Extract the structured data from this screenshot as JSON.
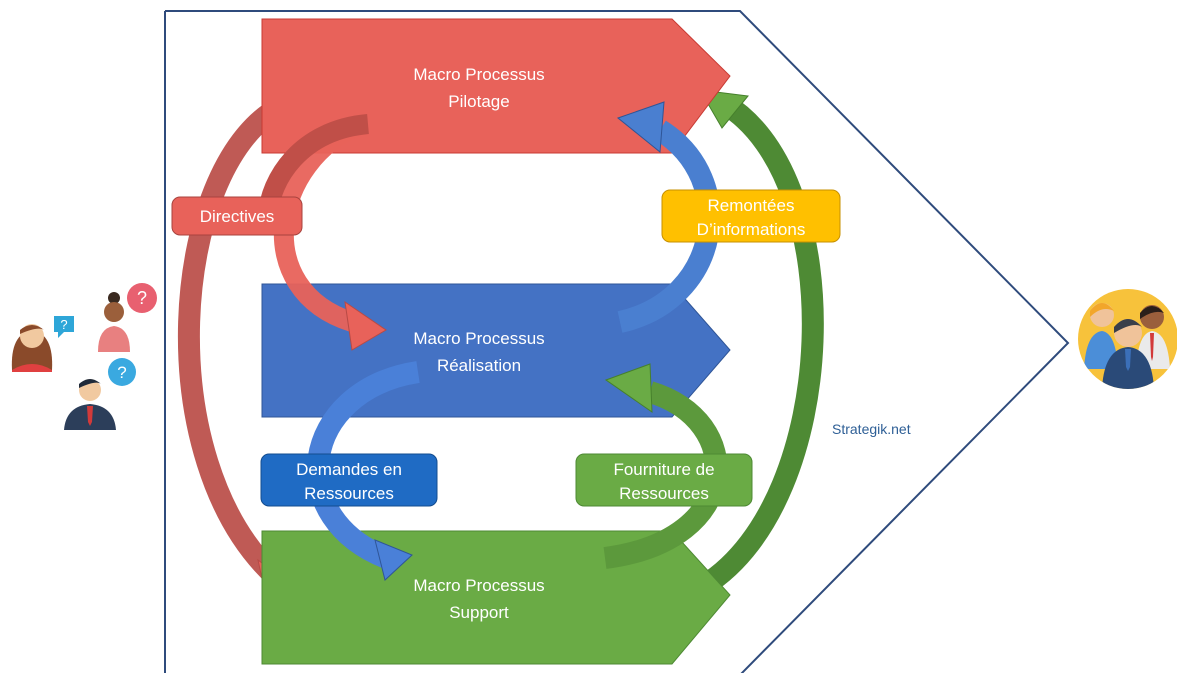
{
  "processes": {
    "pilotage": {
      "line1": "Macro Processus",
      "line2": "Pilotage"
    },
    "realisation": {
      "line1": "Macro Processus",
      "line2": "Réalisation"
    },
    "support": {
      "line1": "Macro Processus",
      "line2": "Support"
    }
  },
  "flows": {
    "directives": {
      "label": "Directives"
    },
    "remontees": {
      "line1": "Remontées",
      "line2": "D’informations"
    },
    "demandes": {
      "line1": "Demandes en",
      "line2": "Ressources"
    },
    "fourniture": {
      "line1": "Fourniture de",
      "line2": "Ressources"
    }
  },
  "credit": "Strategik.net",
  "colors": {
    "pilotage": "#e8625a",
    "realisation": "#4472c4",
    "support": "#6aab45",
    "remontees": "#ffc000",
    "demandes": "#1f6bc4",
    "outline": "#2f4b7c"
  },
  "icons": {
    "left": "customers-with-questions-icon",
    "right": "satisfied-customers-icon"
  }
}
